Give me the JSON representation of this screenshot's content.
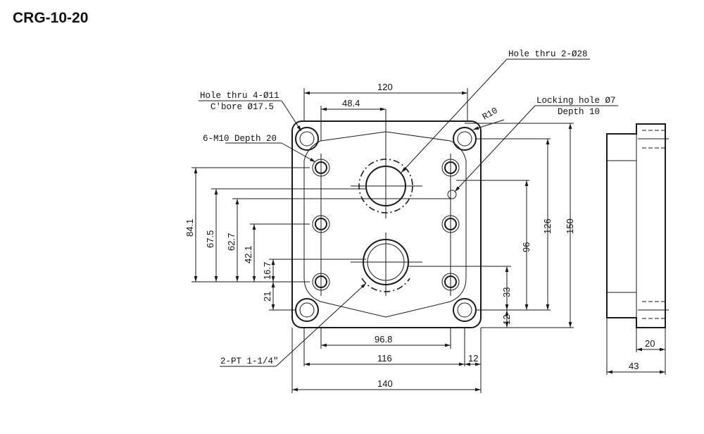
{
  "title": "CRG-10-20",
  "callouts": {
    "hole_thru_28": "Hole thru 2-Ø28",
    "hole_thru_11": "Hole thru 4-Ø11",
    "cbore": "C'bore Ø17.5",
    "locking_hole": "Locking hole Ø7",
    "locking_depth": "Depth 10",
    "m10": "6-M10 Depth 20",
    "radius": "R10",
    "pt": "2-PT 1-1/4\""
  },
  "dims": {
    "d120": "120",
    "d48_4": "48.4",
    "d96_8": "96.8",
    "d116": "116",
    "d12_bottom": "12",
    "d140": "140",
    "d84_1": "84.1",
    "d67_5": "67.5",
    "d62_7": "62.7",
    "d42_1": "42.1",
    "d16_7": "16.7",
    "d21": "21",
    "d33": "33",
    "d12_right": "12",
    "d96": "96",
    "d126": "126",
    "d150": "150",
    "d20": "20",
    "d43": "43"
  },
  "colors": {
    "line": "#1a1a1a",
    "background": "#ffffff"
  }
}
